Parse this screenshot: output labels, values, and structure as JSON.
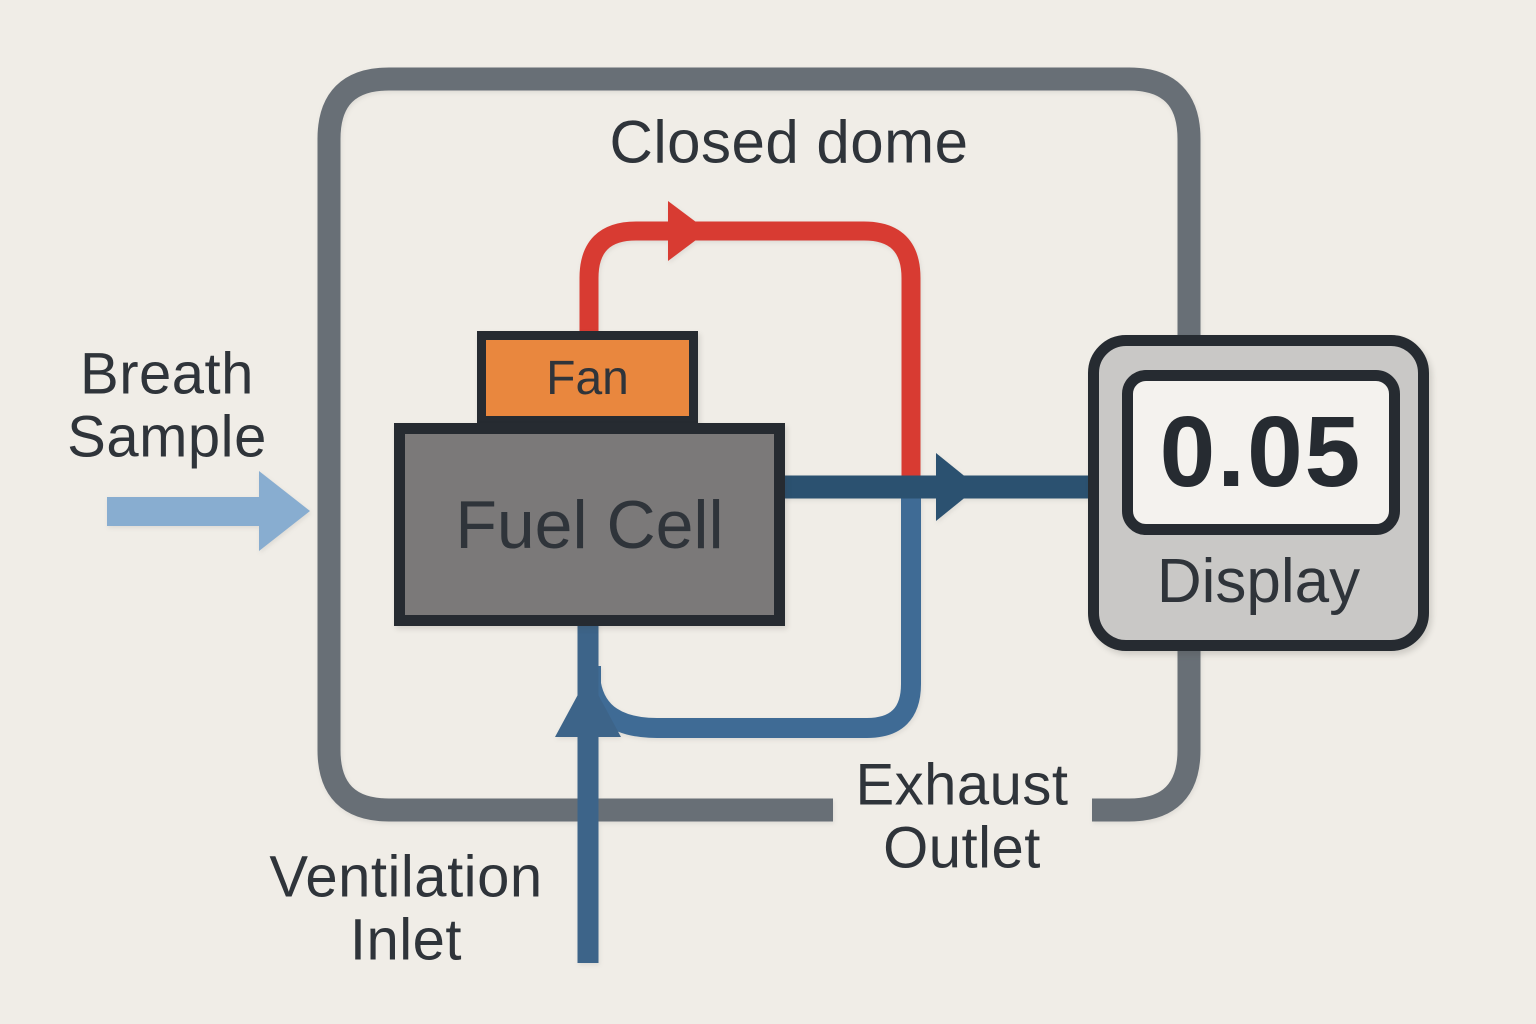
{
  "title": "Closed dome",
  "labels": {
    "breath_sample": "Breath\nSample",
    "ventilation_inlet": "Ventilation\nInlet",
    "exhaust_outlet": "Exhaust\nOutlet"
  },
  "components": {
    "fan_label": "Fan",
    "fuel_cell_label": "Fuel Cell",
    "display": {
      "reading": "0.05",
      "label": "Display"
    }
  },
  "colors": {
    "background": "#f0ede7",
    "dome": "#686f76",
    "red": "#d83b32",
    "navy": "#2b5170",
    "blue_return": "#3f6b95",
    "blue_inlet": "#3d6489",
    "light_blue": "#88add0",
    "orange": "#e9873e",
    "box_border": "#262b31",
    "fuel_gray": "#7b7979",
    "display_body": "#c9c8c6",
    "display_screen": "#f4f2ee",
    "text": "#2f343a"
  }
}
